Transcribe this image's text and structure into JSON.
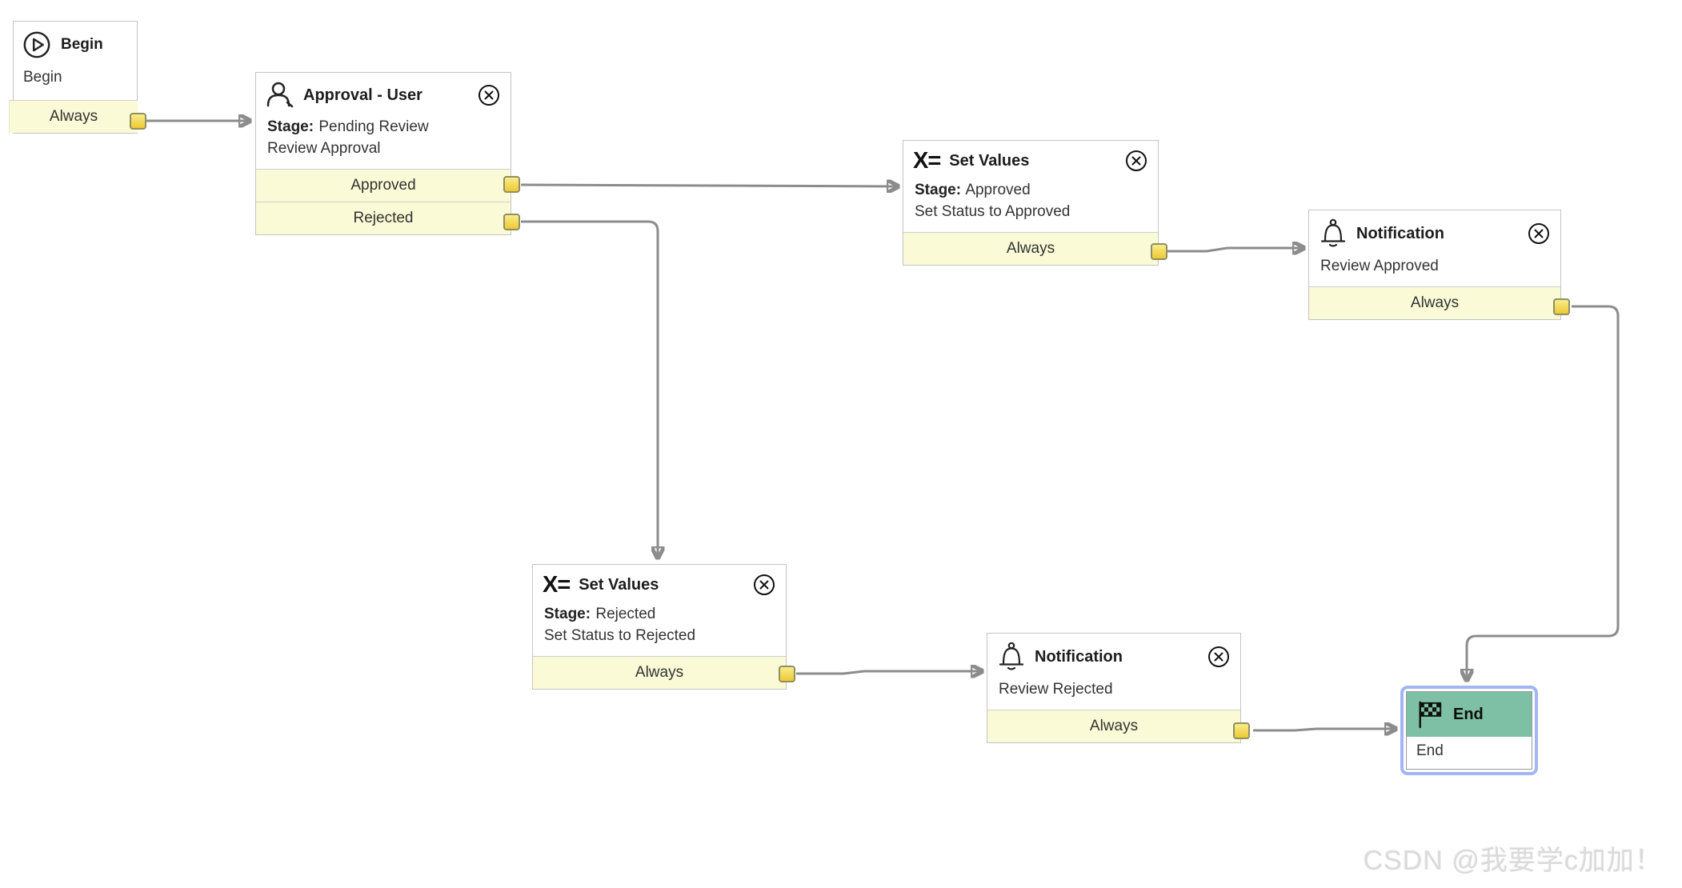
{
  "diagram": {
    "watermark": "CSDN @我要学c加加！"
  },
  "colors": {
    "node_border": "#c4c4c4",
    "output_row_bg": "#FAFAD6",
    "connector_fill_top": "#f9ec8b",
    "connector_fill_bottom": "#eec933",
    "connector_border": "#8f8f63",
    "wire": "#8c8c8c",
    "end_header_bg": "#7ec0a6",
    "selection_border": "#a3b6f2"
  },
  "nodes": {
    "begin": {
      "icon": "play-circle-icon",
      "title": "Begin",
      "body": "Begin",
      "output": "Always"
    },
    "approval": {
      "icon": "user-icon",
      "title": "Approval - User",
      "stage_label": "Stage:",
      "stage_value": "Pending Review",
      "body": "Review Approval",
      "output_approved": "Approved",
      "output_rejected": "Rejected"
    },
    "set_values_approved": {
      "icon": "x-equals-icon",
      "icon_glyph": "X=",
      "title": "Set Values",
      "stage_label": "Stage:",
      "stage_value": "Approved",
      "body": "Set Status to Approved",
      "output": "Always"
    },
    "notification_approved": {
      "icon": "bell-icon",
      "title": "Notification",
      "body": "Review Approved",
      "output": "Always"
    },
    "set_values_rejected": {
      "icon": "x-equals-icon",
      "icon_glyph": "X=",
      "title": "Set Values",
      "stage_label": "Stage:",
      "stage_value": "Rejected",
      "body": "Set Status to Rejected",
      "output": "Always"
    },
    "notification_rejected": {
      "icon": "bell-icon",
      "title": "Notification",
      "body": "Review Rejected",
      "output": "Always"
    },
    "end": {
      "icon": "checkered-flag-icon",
      "title": "End",
      "body": "End",
      "selected": true
    }
  }
}
